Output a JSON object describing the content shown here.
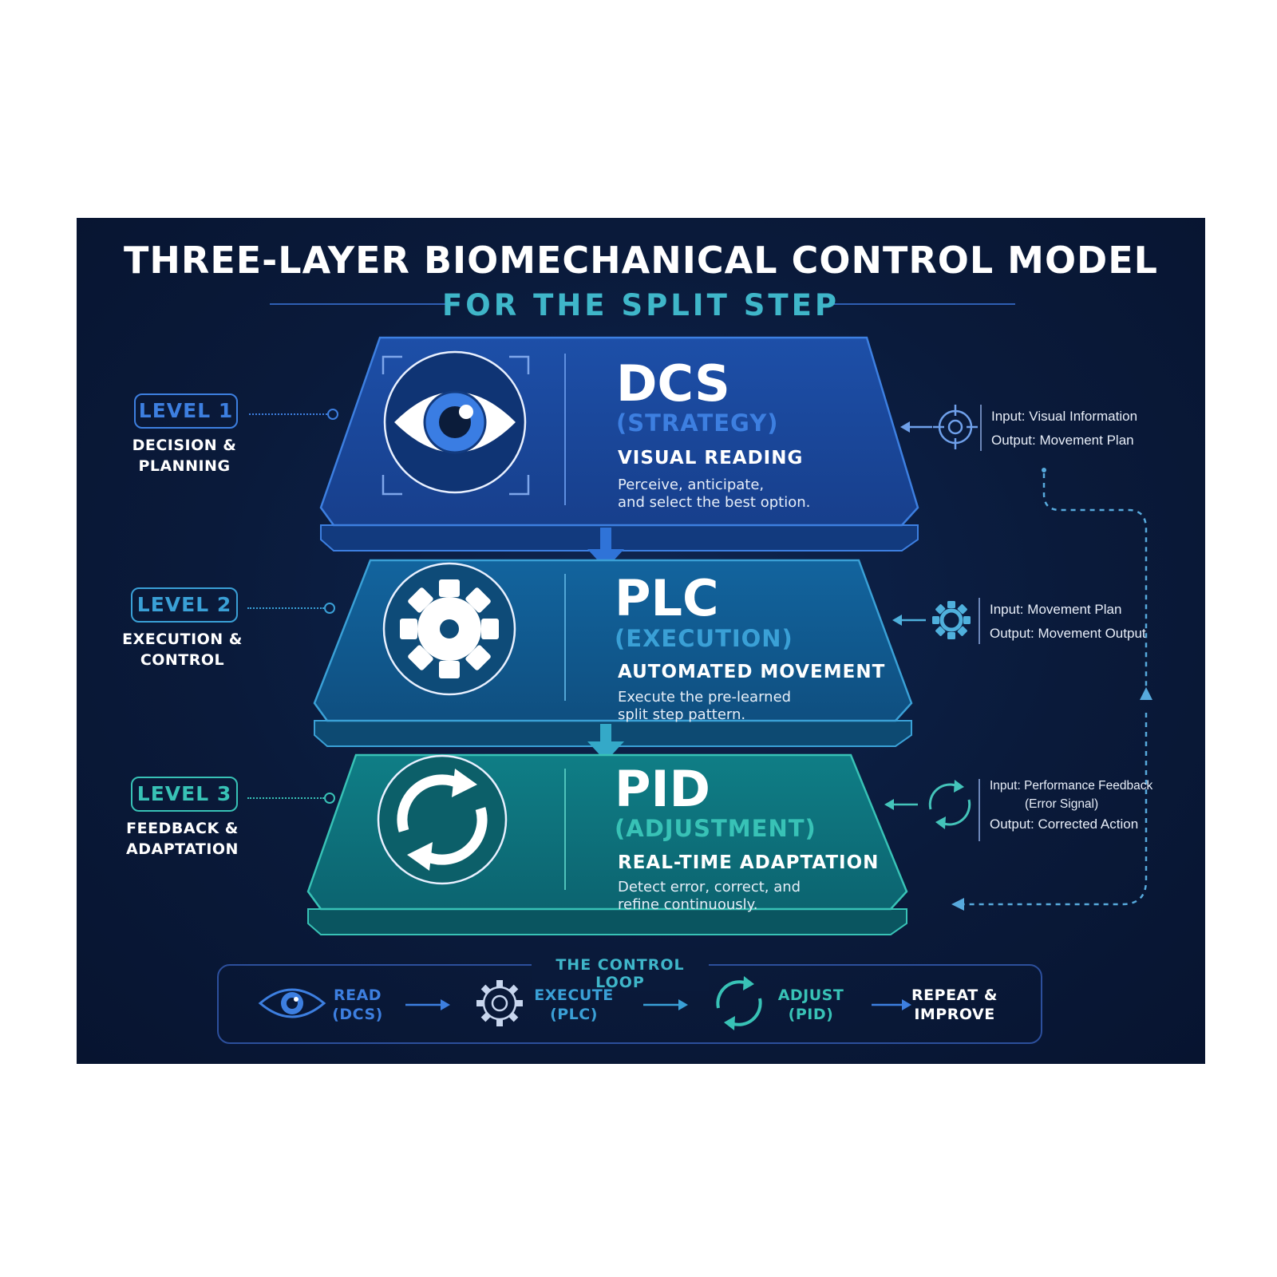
{
  "title": "THREE-LAYER BIOMECHANICAL CONTROL MODEL",
  "subtitle": "FOR THE SPLIT STEP",
  "levels": [
    {
      "badge": "LEVEL 1",
      "desc_line1": "DECISION &",
      "desc_line2": "PLANNING",
      "color": "#3d7fe0"
    },
    {
      "badge": "LEVEL 2",
      "desc_line1": "EXECUTION &",
      "desc_line2": "CONTROL",
      "color": "#3aa0d6"
    },
    {
      "badge": "LEVEL 3",
      "desc_line1": "FEEDBACK &",
      "desc_line2": "ADAPTATION",
      "color": "#38c2b6"
    }
  ],
  "layers": [
    {
      "abbr": "DCS",
      "role": "(STRATEGY)",
      "heading": "VISUAL READING",
      "desc_line1": "Perceive, anticipate,",
      "desc_line2": "and select the best option.",
      "icon": "eye-icon",
      "color": "#3d7fe0"
    },
    {
      "abbr": "PLC",
      "role": "(EXECUTION)",
      "heading": "AUTOMATED MOVEMENT",
      "desc_line1": "Execute the pre-learned",
      "desc_line2": "split step pattern.",
      "icon": "gear-icon",
      "color": "#3aa0d6"
    },
    {
      "abbr": "PID",
      "role": "(ADJUSTMENT)",
      "heading": "REAL-TIME ADAPTATION",
      "desc_line1": "Detect error, correct, and",
      "desc_line2": "refine continuously.",
      "icon": "cycle-arrows-icon",
      "color": "#38c2b6"
    }
  ],
  "io": [
    {
      "input_key": "Input:",
      "input_val": "Visual Information",
      "output_key": "Output:",
      "output_val": "Movement Plan",
      "icon": "target-icon"
    },
    {
      "input_key": "Input:",
      "input_val": "Movement Plan",
      "output_key": "Output:",
      "output_val": "Movement Output",
      "icon": "gear-icon"
    },
    {
      "input_key": "Input:",
      "input_val": "Performance Feedback",
      "input_extra": "(Error Signal)",
      "output_key": "Output:",
      "output_val": "Corrected Action",
      "icon": "cycle-arrows-icon"
    }
  ],
  "loop": {
    "title": "THE CONTROL LOOP",
    "steps": [
      {
        "line1": "READ",
        "line2": "(DCS)",
        "icon": "eye-icon",
        "color": "#3d7fe0"
      },
      {
        "line1": "EXECUTE",
        "line2": "(PLC)",
        "icon": "gear-icon",
        "color": "#3aa0d6"
      },
      {
        "line1": "ADJUST",
        "line2": "(PID)",
        "icon": "cycle-arrows-icon",
        "color": "#38c2b6"
      },
      {
        "line1": "REPEAT &",
        "line2": "IMPROVE",
        "icon": "",
        "color": "#ffffff"
      }
    ]
  }
}
